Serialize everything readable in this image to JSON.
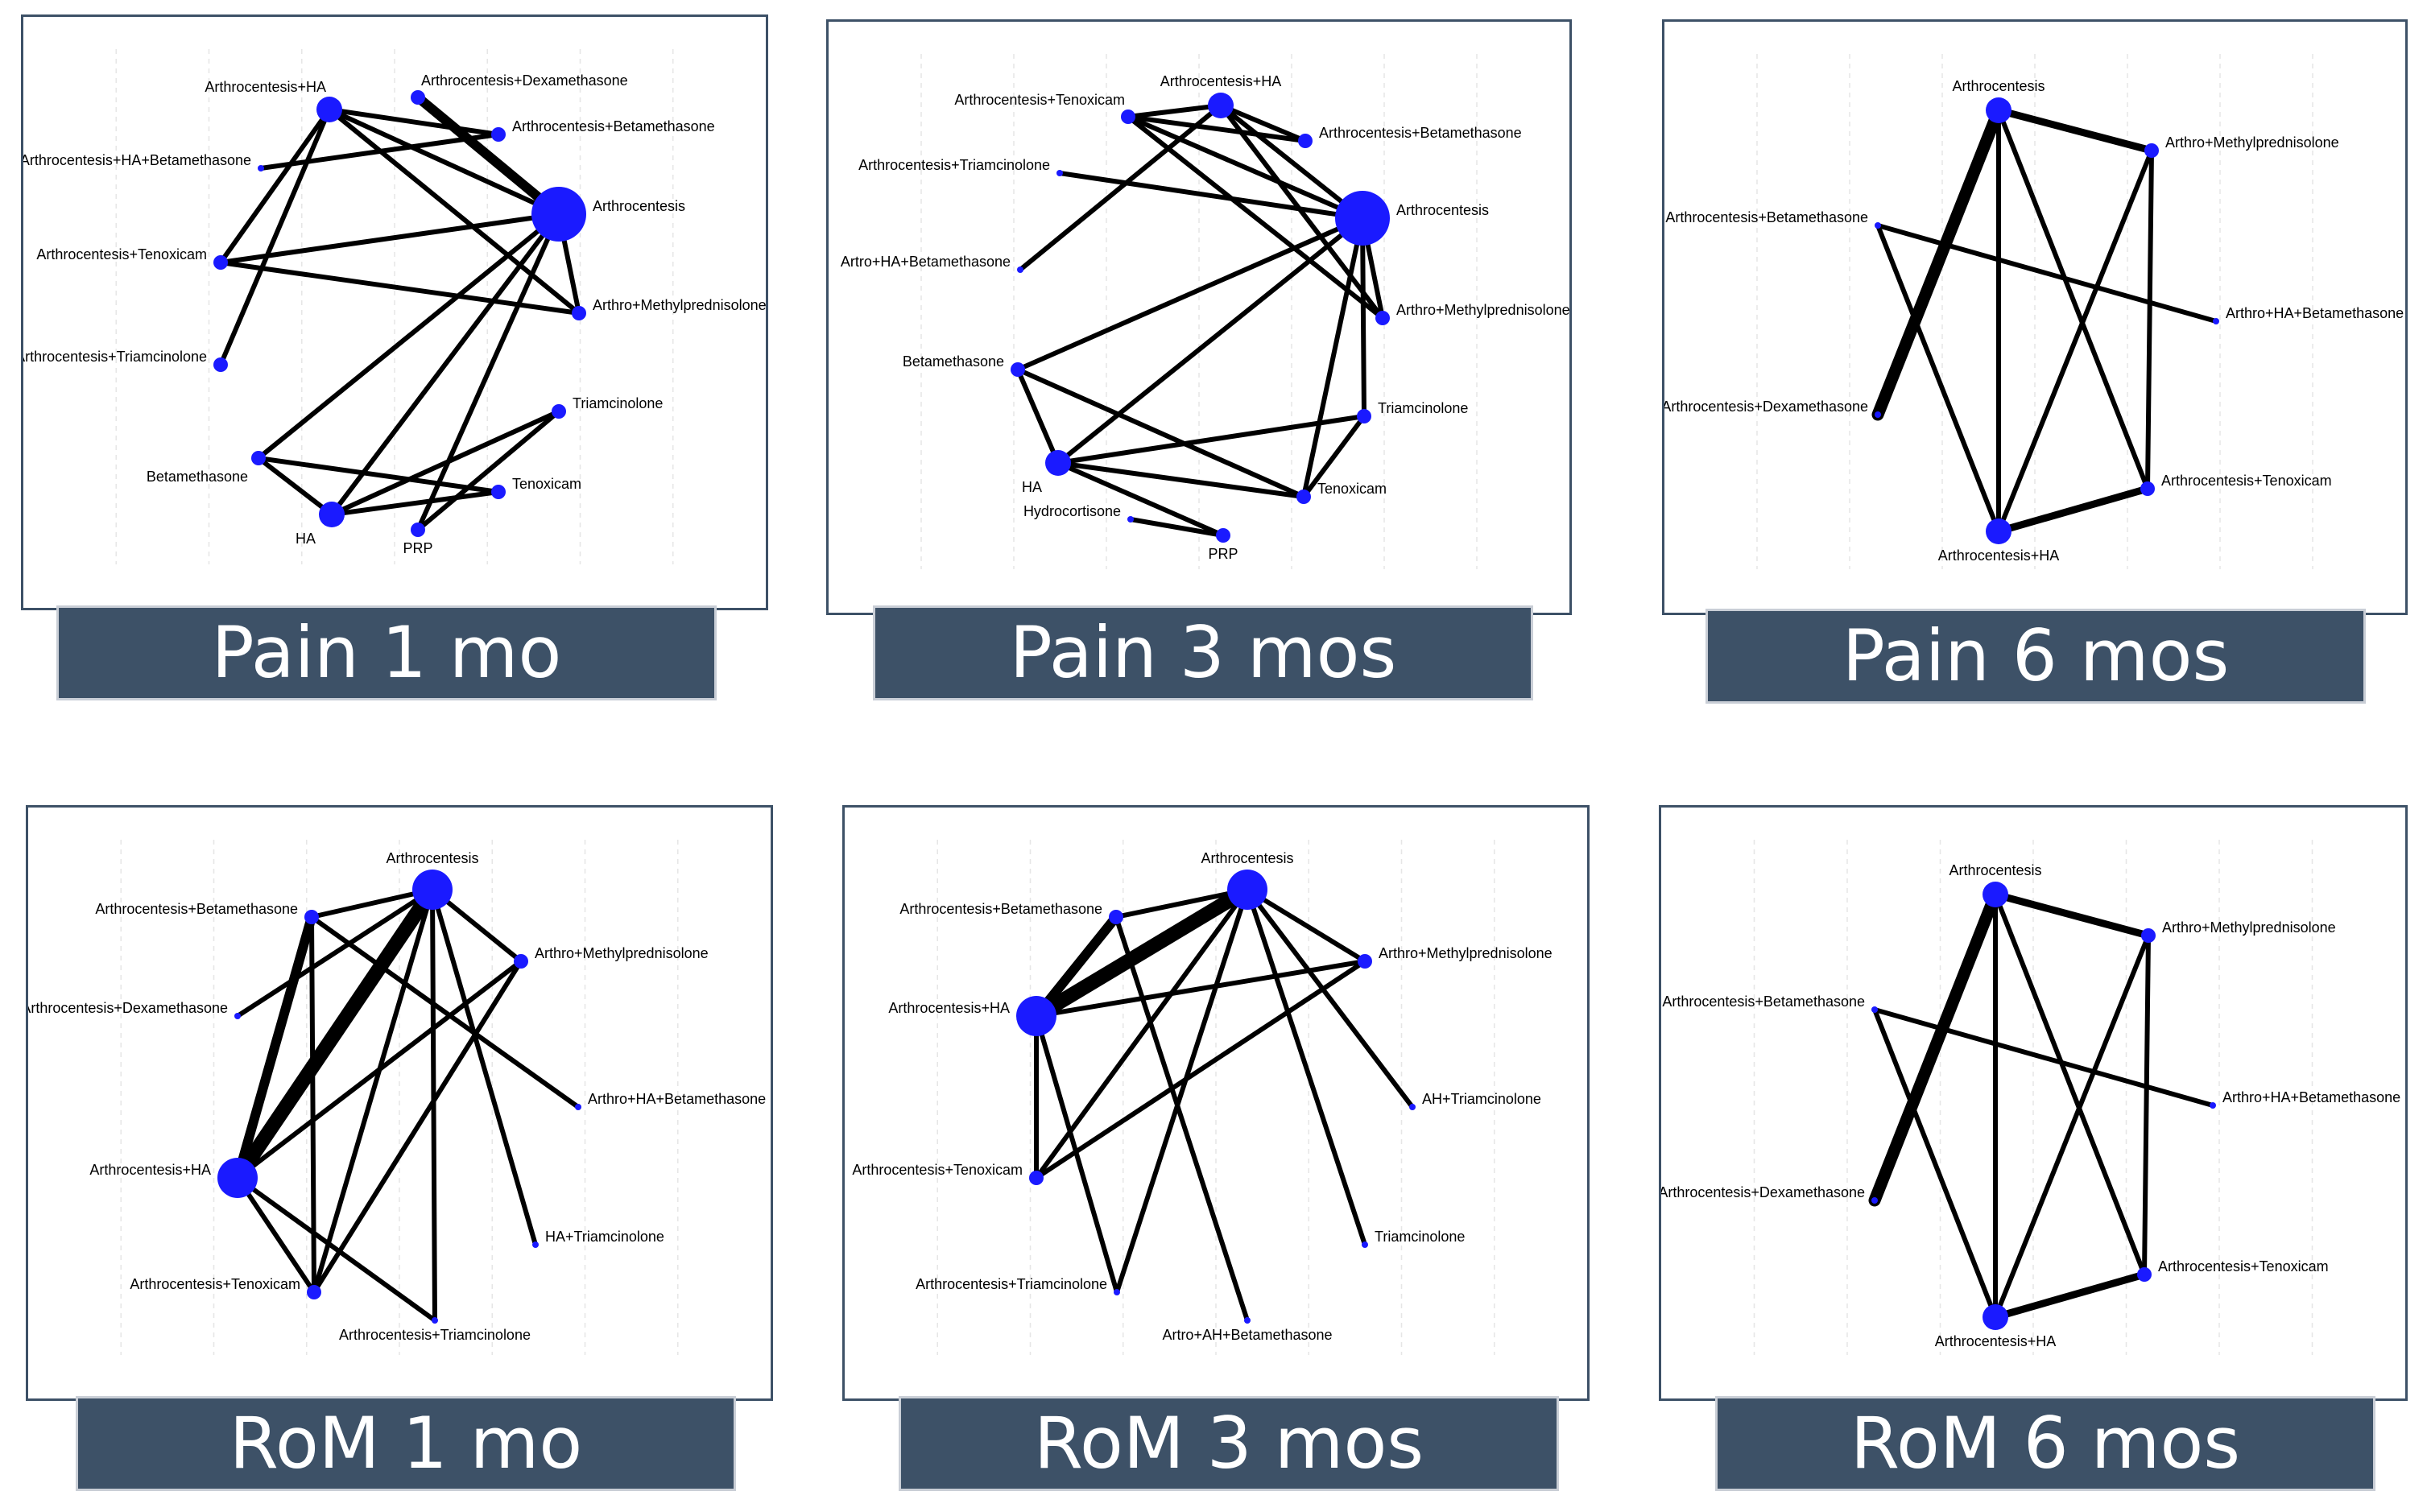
{
  "colors": {
    "node": "#1a1aff",
    "edge": "#000000",
    "frame": "#3d5167",
    "banner": "#3d5167",
    "banner_text": "#ffffff",
    "grid": "#e6e6e6"
  },
  "panels": [
    {
      "title": "Pain 1 mo",
      "nodes": [
        {
          "id": "arth",
          "label": "Arthrocentesis",
          "size": "xl"
        },
        {
          "id": "ha_arth",
          "label": "Arthrocentesis+HA",
          "size": "m"
        },
        {
          "id": "dex",
          "label": "Arthrocentesis+Dexamethasone",
          "size": "s"
        },
        {
          "id": "beta",
          "label": "Arthrocentesis+Betamethasone",
          "size": "s"
        },
        {
          "id": "habeta",
          "label": "Arthrocentesis+HA+Betamethasone",
          "size": "xs"
        },
        {
          "id": "teno",
          "label": "Arthrocentesis+Tenoxicam",
          "size": "s"
        },
        {
          "id": "triam",
          "label": "Arthrocentesis+Triamcinolone",
          "size": "s"
        },
        {
          "id": "meth",
          "label": "Arthro+Methylprednisolone",
          "size": "s"
        },
        {
          "id": "betas",
          "label": "Betamethasone",
          "size": "s"
        },
        {
          "id": "ha",
          "label": "HA",
          "size": "m"
        },
        {
          "id": "prp",
          "label": "PRP",
          "size": "s"
        },
        {
          "id": "tenox",
          "label": "Tenoxicam",
          "size": "s"
        },
        {
          "id": "triams",
          "label": "Triamcinolone",
          "size": "s"
        }
      ],
      "edges": [
        [
          "dex",
          "arth",
          4
        ],
        [
          "ha_arth",
          "beta",
          2
        ],
        [
          "ha_arth",
          "arth",
          2
        ],
        [
          "ha_arth",
          "meth",
          2
        ],
        [
          "ha_arth",
          "teno",
          2
        ],
        [
          "ha_arth",
          "triam",
          2
        ],
        [
          "habeta",
          "beta",
          2
        ],
        [
          "teno",
          "arth",
          2
        ],
        [
          "teno",
          "meth",
          2
        ],
        [
          "arth",
          "meth",
          2
        ],
        [
          "arth",
          "betas",
          2
        ],
        [
          "arth",
          "ha",
          2
        ],
        [
          "arth",
          "prp",
          2
        ],
        [
          "betas",
          "tenox",
          2
        ],
        [
          "betas",
          "ha",
          2
        ],
        [
          "ha",
          "triams",
          2
        ],
        [
          "ha",
          "tenox",
          2
        ],
        [
          "prp",
          "triams",
          2
        ]
      ]
    },
    {
      "title": "Pain 3 mos",
      "nodes": [
        {
          "id": "ha_arth",
          "label": "Arthrocentesis+HA",
          "size": "m"
        },
        {
          "id": "teno",
          "label": "Arthrocentesis+Tenoxicam",
          "size": "s"
        },
        {
          "id": "beta",
          "label": "Arthrocentesis+Betamethasone",
          "size": "s"
        },
        {
          "id": "triam",
          "label": "Arthrocentesis+Triamcinolone",
          "size": "xs"
        },
        {
          "id": "arth",
          "label": "Arthrocentesis",
          "size": "xl"
        },
        {
          "id": "habeta",
          "label": "Artro+HA+Betamethasone",
          "size": "xs"
        },
        {
          "id": "meth",
          "label": "Arthro+Methylprednisolone",
          "size": "s"
        },
        {
          "id": "betas",
          "label": "Betamethasone",
          "size": "s"
        },
        {
          "id": "triams",
          "label": "Triamcinolone",
          "size": "s"
        },
        {
          "id": "ha",
          "label": "HA",
          "size": "m"
        },
        {
          "id": "tenox",
          "label": "Tenoxicam",
          "size": "s"
        },
        {
          "id": "hydro",
          "label": "Hydrocortisone",
          "size": "xs"
        },
        {
          "id": "prp",
          "label": "PRP",
          "size": "s"
        }
      ],
      "edges": [
        [
          "teno",
          "ha_arth",
          2
        ],
        [
          "ha_arth",
          "beta",
          2
        ],
        [
          "ha_arth",
          "arth",
          2
        ],
        [
          "ha_arth",
          "meth",
          2
        ],
        [
          "teno",
          "beta",
          2
        ],
        [
          "teno",
          "arth",
          2
        ],
        [
          "teno",
          "meth",
          2
        ],
        [
          "triam",
          "arth",
          2
        ],
        [
          "habeta",
          "ha_arth",
          2
        ],
        [
          "arth",
          "meth",
          2
        ],
        [
          "arth",
          "triams",
          2
        ],
        [
          "arth",
          "ha",
          2
        ],
        [
          "arth",
          "tenox",
          2
        ],
        [
          "betas",
          "arth",
          2
        ],
        [
          "betas",
          "ha",
          2
        ],
        [
          "betas",
          "tenox",
          2
        ],
        [
          "ha",
          "triams",
          2
        ],
        [
          "ha",
          "tenox",
          2
        ],
        [
          "ha",
          "prp",
          2
        ],
        [
          "hydro",
          "prp",
          2
        ],
        [
          "triams",
          "tenox",
          2
        ]
      ]
    },
    {
      "title": "Pain 6 mos",
      "nodes": [
        {
          "id": "arth",
          "label": "Arthrocentesis",
          "size": "m"
        },
        {
          "id": "meth",
          "label": "Arthro+Methylprednisolone",
          "size": "s"
        },
        {
          "id": "beta",
          "label": "Arthrocentesis+Betamethasone",
          "size": "xs"
        },
        {
          "id": "habeta",
          "label": "Arthro+HA+Betamethasone",
          "size": "xs"
        },
        {
          "id": "dex",
          "label": "Arthrocentesis+Dexamethasone",
          "size": "xs"
        },
        {
          "id": "teno",
          "label": "Arthrocentesis+Tenoxicam",
          "size": "s"
        },
        {
          "id": "ha_arth",
          "label": "Arthrocentesis+HA",
          "size": "m"
        }
      ],
      "edges": [
        [
          "arth",
          "dex",
          5
        ],
        [
          "arth",
          "meth",
          3
        ],
        [
          "arth",
          "ha_arth",
          2
        ],
        [
          "arth",
          "teno",
          2
        ],
        [
          "meth",
          "teno",
          2
        ],
        [
          "meth",
          "ha_arth",
          2
        ],
        [
          "beta",
          "habeta",
          2
        ],
        [
          "beta",
          "ha_arth",
          2
        ],
        [
          "ha_arth",
          "teno",
          3
        ]
      ]
    },
    {
      "title": "RoM 1 mo",
      "nodes": [
        {
          "id": "arth",
          "label": "Arthrocentesis",
          "size": "l"
        },
        {
          "id": "beta",
          "label": "Arthrocentesis+Betamethasone",
          "size": "s"
        },
        {
          "id": "meth",
          "label": "Arthro+Methylprednisolone",
          "size": "s"
        },
        {
          "id": "dex",
          "label": "Arthrocentesis+Dexamethasone",
          "size": "xs"
        },
        {
          "id": "habeta",
          "label": "Arthro+HA+Betamethasone",
          "size": "xs"
        },
        {
          "id": "ha_arth",
          "label": "Arthrocentesis+HA",
          "size": "l"
        },
        {
          "id": "hatriam",
          "label": "HA+Triamcinolone",
          "size": "xs"
        },
        {
          "id": "teno",
          "label": "Arthrocentesis+Tenoxicam",
          "size": "s"
        },
        {
          "id": "triam",
          "label": "Arthrocentesis+Triamcinolone",
          "size": "xs"
        }
      ],
      "edges": [
        [
          "arth",
          "ha_arth",
          6
        ],
        [
          "beta",
          "ha_arth",
          4
        ],
        [
          "arth",
          "beta",
          2
        ],
        [
          "arth",
          "meth",
          2
        ],
        [
          "arth",
          "dex",
          2
        ],
        [
          "arth",
          "teno",
          2
        ],
        [
          "arth",
          "triam",
          2
        ],
        [
          "arth",
          "hatriam",
          2
        ],
        [
          "beta",
          "habeta",
          2
        ],
        [
          "beta",
          "teno",
          2
        ],
        [
          "meth",
          "ha_arth",
          2
        ],
        [
          "meth",
          "teno",
          2
        ],
        [
          "ha_arth",
          "teno",
          2
        ],
        [
          "ha_arth",
          "triam",
          2
        ]
      ]
    },
    {
      "title": "RoM 3 mos",
      "nodes": [
        {
          "id": "arth",
          "label": "Arthrocentesis",
          "size": "l"
        },
        {
          "id": "beta",
          "label": "Arthrocentesis+Betamethasone",
          "size": "s"
        },
        {
          "id": "meth",
          "label": "Arthro+Methylprednisolone",
          "size": "s"
        },
        {
          "id": "ha_arth",
          "label": "Arthrocentesis+HA",
          "size": "l"
        },
        {
          "id": "ahtriam",
          "label": "AH+Triamcinolone",
          "size": "xs"
        },
        {
          "id": "teno",
          "label": "Arthrocentesis+Tenoxicam",
          "size": "s"
        },
        {
          "id": "triams",
          "label": "Triamcinolone",
          "size": "xs"
        },
        {
          "id": "triam",
          "label": "Arthrocentesis+Triamcinolone",
          "size": "xs"
        },
        {
          "id": "ahbeta",
          "label": "Artro+AH+Betamethasone",
          "size": "xs"
        }
      ],
      "edges": [
        [
          "ha_arth",
          "arth",
          6
        ],
        [
          "ha_arth",
          "beta",
          4
        ],
        [
          "arth",
          "beta",
          2
        ],
        [
          "arth",
          "meth",
          2
        ],
        [
          "arth",
          "ahtriam",
          2
        ],
        [
          "arth",
          "triams",
          2
        ],
        [
          "arth",
          "teno",
          2
        ],
        [
          "arth",
          "triam",
          2
        ],
        [
          "ha_arth",
          "meth",
          2
        ],
        [
          "ha_arth",
          "teno",
          2
        ],
        [
          "ha_arth",
          "triam",
          2
        ],
        [
          "beta",
          "ahbeta",
          2
        ],
        [
          "meth",
          "teno",
          2
        ]
      ]
    },
    {
      "title": "RoM 6 mos",
      "nodes": [
        {
          "id": "arth",
          "label": "Arthrocentesis",
          "size": "m"
        },
        {
          "id": "meth",
          "label": "Arthro+Methylprednisolone",
          "size": "s"
        },
        {
          "id": "beta",
          "label": "Arthrocentesis+Betamethasone",
          "size": "xs"
        },
        {
          "id": "habeta",
          "label": "Arthro+HA+Betamethasone",
          "size": "xs"
        },
        {
          "id": "dex",
          "label": "Arthrocentesis+Dexamethasone",
          "size": "xs"
        },
        {
          "id": "teno",
          "label": "Arthrocentesis+Tenoxicam",
          "size": "s"
        },
        {
          "id": "ha_arth",
          "label": "Arthrocentesis+HA",
          "size": "m"
        }
      ],
      "edges": [
        [
          "arth",
          "dex",
          5
        ],
        [
          "arth",
          "meth",
          3
        ],
        [
          "arth",
          "ha_arth",
          2
        ],
        [
          "arth",
          "teno",
          2
        ],
        [
          "meth",
          "teno",
          2
        ],
        [
          "meth",
          "ha_arth",
          2
        ],
        [
          "beta",
          "habeta",
          2
        ],
        [
          "beta",
          "ha_arth",
          2
        ],
        [
          "ha_arth",
          "teno",
          3
        ]
      ]
    }
  ]
}
